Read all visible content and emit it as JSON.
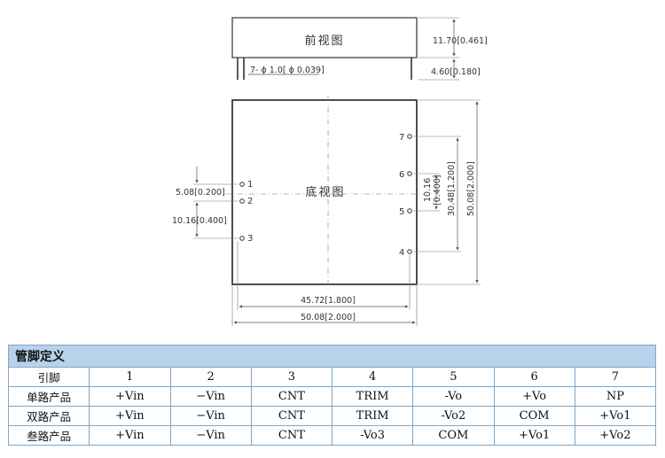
{
  "drawing": {
    "front_view_label": "前视图",
    "bottom_view_label": "底视图",
    "dims": {
      "pins_spec": "7- ϕ 1.0[ ϕ 0.039]",
      "height": "11.70[0.461]",
      "pin_length": "4.60[0.180]",
      "pin_pitch_1": "5.08[0.200]",
      "pin_pitch_2": "10.16[0.400]",
      "right_pitch_a": "10.16",
      "right_pitch_b": "[0.400]",
      "right_span": "30.48[1.200]",
      "body_height": "50.08[2.000]",
      "inner_width": "45.72[1.800]",
      "body_width": "50.08[2.000]"
    },
    "pins": {
      "p1": "1",
      "p2": "2",
      "p3": "3",
      "p4": "4",
      "p5": "5",
      "p6": "6",
      "p7": "7"
    }
  },
  "table": {
    "title": "管脚定义",
    "header": [
      "引脚",
      "1",
      "2",
      "3",
      "4",
      "5",
      "6",
      "7"
    ],
    "rows": [
      [
        "单路产品",
        "+Vin",
        "−Vin",
        "CNT",
        "TRIM",
        "-Vo",
        "+Vo",
        "NP"
      ],
      [
        "双路产品",
        "+Vin",
        "−Vin",
        "CNT",
        "TRIM",
        "-Vo2",
        "COM",
        "+Vo1"
      ],
      [
        "叁路产品",
        "+Vin",
        "−Vin",
        "CNT",
        "-Vo3",
        "COM",
        "+Vo1",
        "+Vo2"
      ]
    ]
  }
}
